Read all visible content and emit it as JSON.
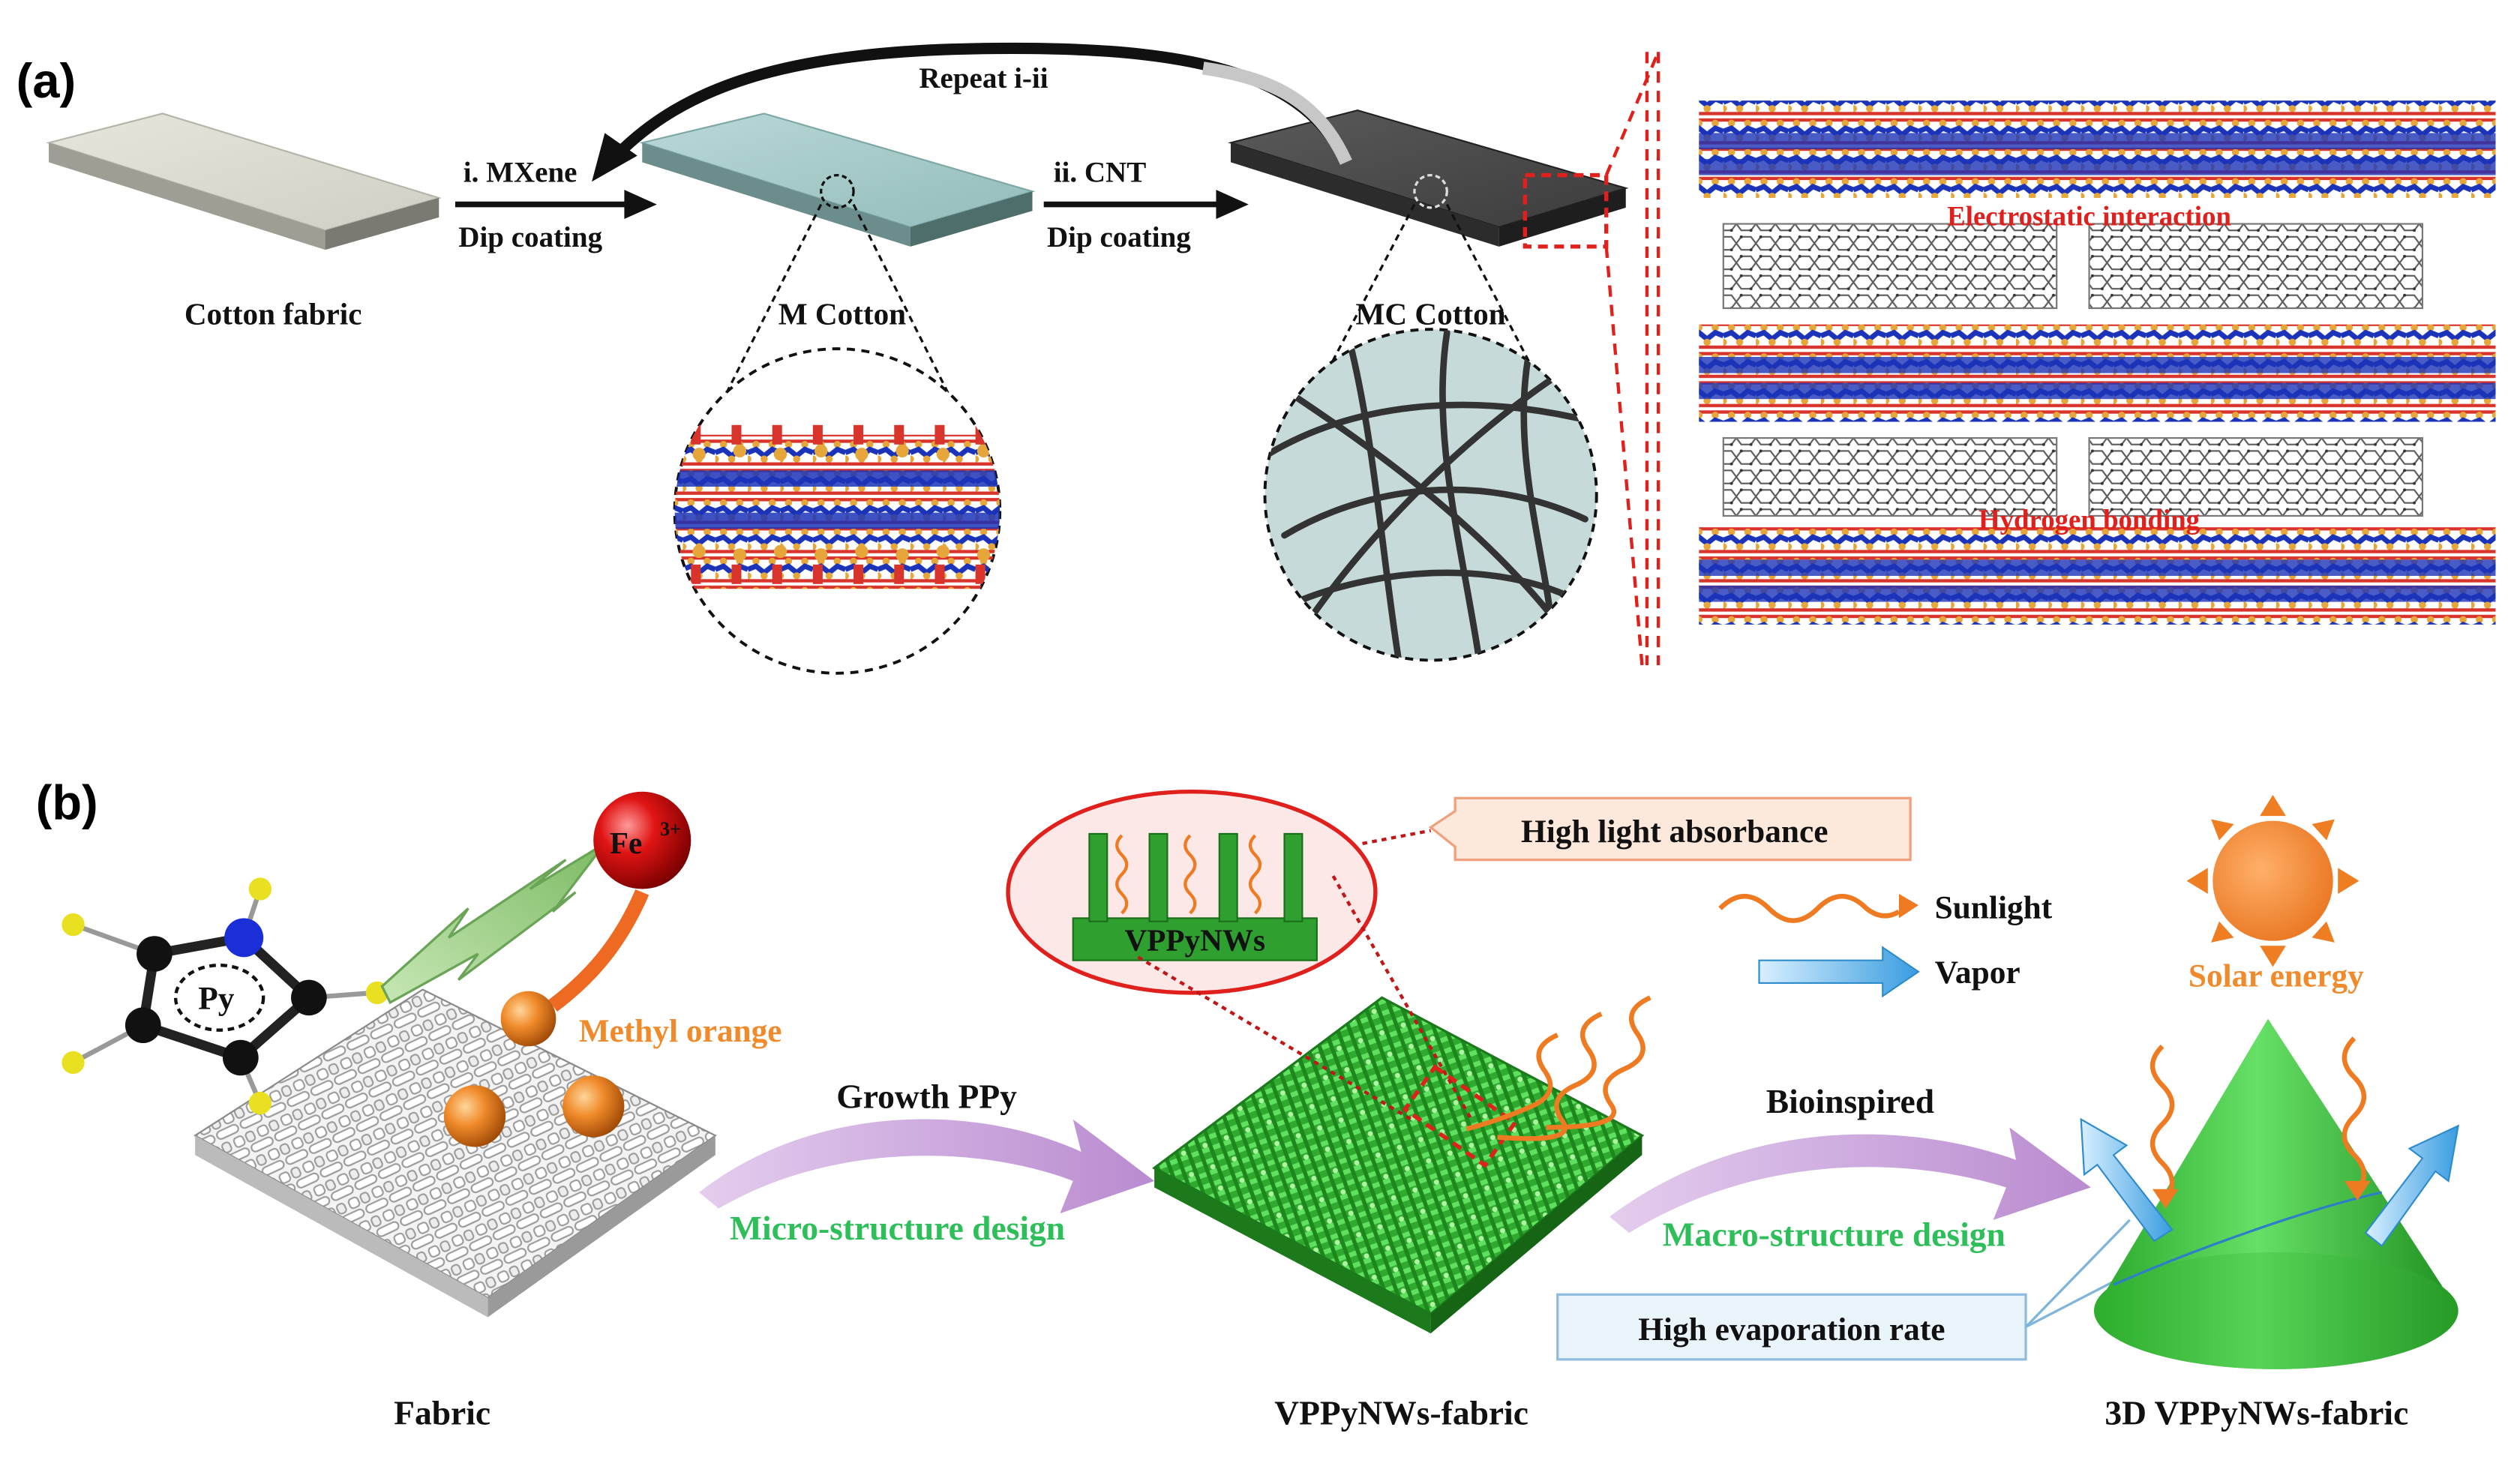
{
  "panel_a": {
    "label": "(a)",
    "cotton_fabric": "Cotton fabric",
    "step1_top": "i. MXene",
    "step1_bottom": "Dip coating",
    "repeat": "Repeat i-ii",
    "m_cotton": "M Cotton",
    "step2_top": "ii. CNT",
    "step2_bottom": "Dip coating",
    "mc_cotton": "MC Cotton",
    "electrostatic": "Electrostatic interaction",
    "hydrogen": "Hydrogen bonding"
  },
  "panel_b": {
    "label": "(b)",
    "fe": "Fe",
    "fe_sup": "3+",
    "py": "Py",
    "methyl_orange": "Methyl orange",
    "fabric": "Fabric",
    "growth": "Growth PPy",
    "micro": "Micro-structure design",
    "vppynws": "VPPyNWs",
    "high_light": "High light absorbance",
    "vppynws_fabric": "VPPyNWs-fabric",
    "sunlight": "Sunlight",
    "vapor": "Vapor",
    "bioinspired": "Bioinspired",
    "macro": "Macro-structure design",
    "high_evap": "High evaporation rate",
    "solar": "Solar energy",
    "fabric_3d": "3D VPPyNWs-fabric"
  },
  "colors": {
    "cotton": "#dcdcd2",
    "m_cotton": "#a9cccb",
    "mc_cotton": "#4a4a4a",
    "mxene_blue": "#1b33b8",
    "mxene_red": "#d8342b",
    "mxene_gold": "#e6a63a",
    "red_label": "#e0201c",
    "orange": "#f08a2a",
    "green_text": "#2fbf5a",
    "purple_arrow": "#c9a6d9",
    "green_cone": "#39c43a",
    "vapor_blue": "#4aa9e6"
  }
}
